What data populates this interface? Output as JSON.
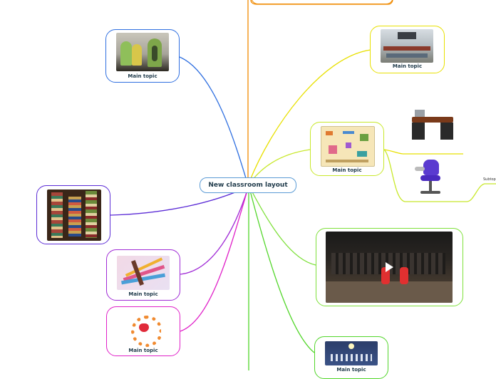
{
  "map": {
    "central_topic": "New classroom layout",
    "topics": [
      {
        "label": "Main topic"
      },
      {
        "label": "Main topic"
      },
      {
        "label": "Main topic"
      },
      {
        "label": "Main topic"
      },
      {
        "label": "Main topic"
      },
      {
        "label": "Main topic"
      }
    ],
    "subtopic_label": "Subtop",
    "branch_colors": {
      "blue": "#2f6fe0",
      "purple": "#5b2bd6",
      "violet": "#a02bd6",
      "magenta": "#e020c8",
      "orange": "#f08a00",
      "yellow": "#e8e000",
      "yellowgreen": "#c8e82a",
      "green": "#7ee03a",
      "brightgreen": "#52d62a"
    }
  }
}
